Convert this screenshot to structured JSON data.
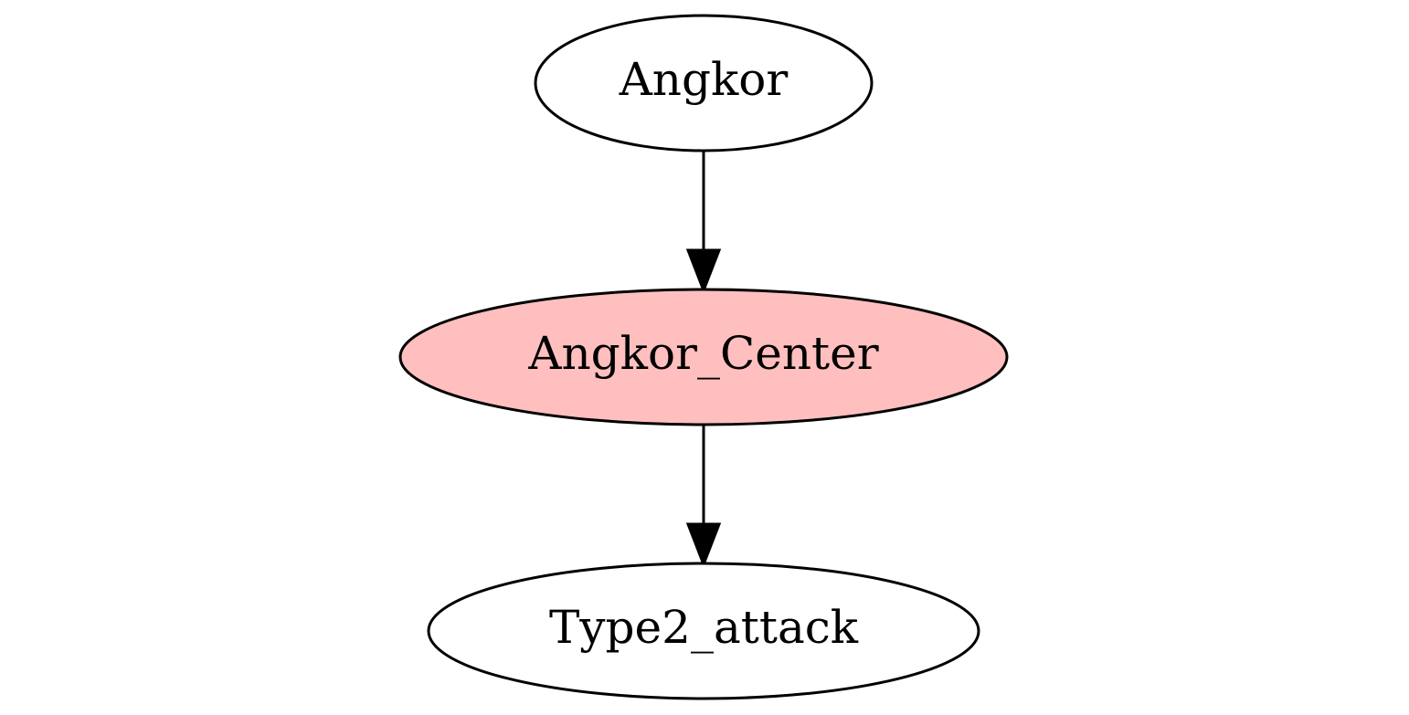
{
  "nodes": [
    {
      "id": "angkor",
      "label": "Angkor",
      "fill": "#ffffff"
    },
    {
      "id": "angkor_center",
      "label": "Angkor_Center",
      "fill": "#ffbfbf"
    },
    {
      "id": "type2_attack",
      "label": "Type2_attack",
      "fill": "#ffffff"
    }
  ],
  "edges": [
    {
      "from": "angkor",
      "to": "angkor_center"
    },
    {
      "from": "angkor_center",
      "to": "type2_attack"
    }
  ],
  "colors": {
    "stroke": "#000000",
    "highlight_fill": "#ffbfbf",
    "default_fill": "#ffffff"
  }
}
